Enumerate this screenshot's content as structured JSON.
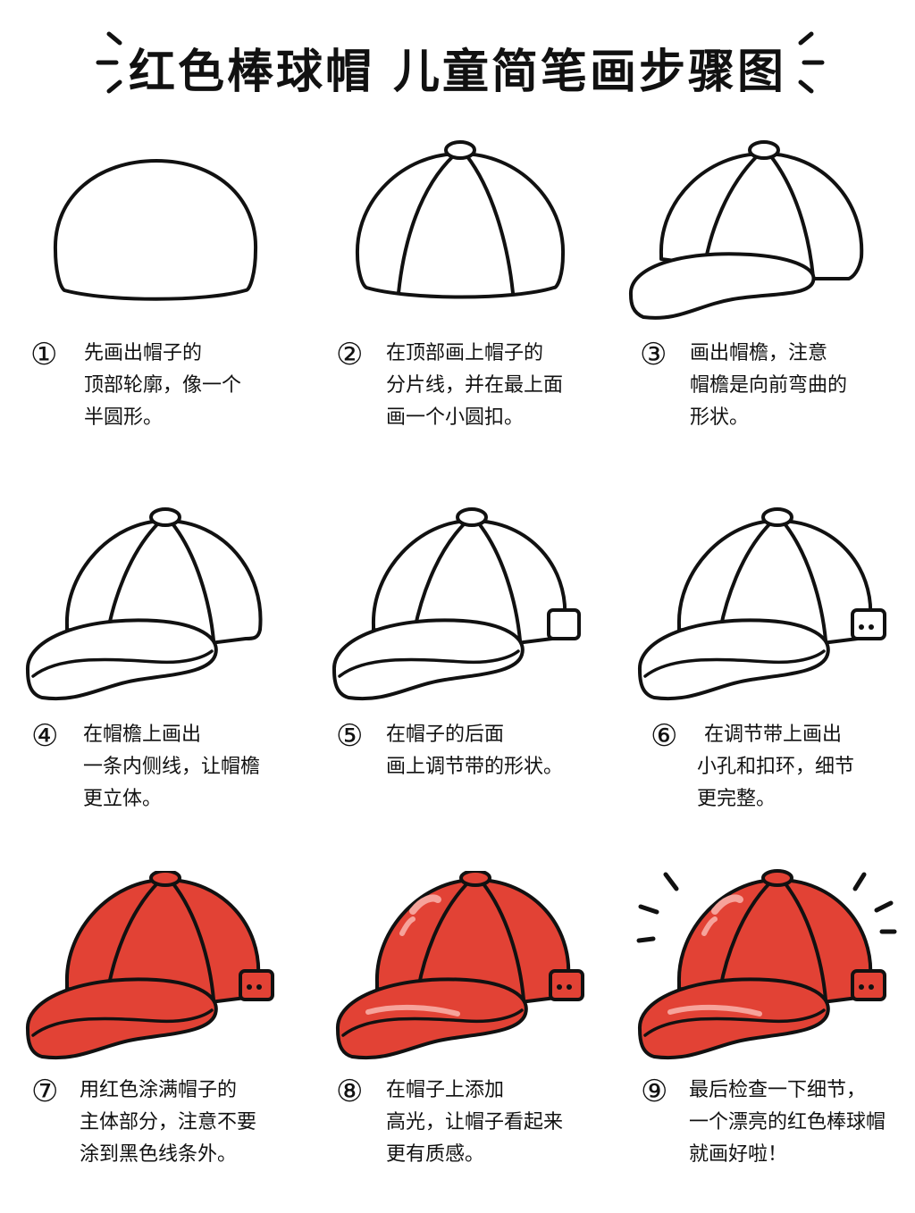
{
  "title": "红色棒球帽 儿童简笔画步骤图",
  "colors": {
    "cap_red": "#E24235",
    "outline": "#111111",
    "highlight": "#F6A39B"
  },
  "steps": [
    {
      "number": "①",
      "lines": [
        "先画出帽子的",
        "顶部轮廓，像一个",
        "半圆形。"
      ]
    },
    {
      "number": "②",
      "lines": [
        "在顶部画上帽子的",
        "分片线，并在最上面",
        "画一个小圆扣。"
      ]
    },
    {
      "number": "③",
      "lines": [
        "画出帽檐，注意",
        "帽檐是向前弯曲的",
        "形状。"
      ]
    },
    {
      "number": "④",
      "lines": [
        "在帽檐上画出",
        "一条内侧线，让帽檐",
        "更立体。"
      ]
    },
    {
      "number": "⑤",
      "lines": [
        "在帽子的后面",
        "画上调节带的形状。"
      ]
    },
    {
      "number": "⑥",
      "lines": [
        "在调节带上画出",
        "小孔和扣环，细节",
        "更完整。"
      ]
    },
    {
      "number": "⑦",
      "lines": [
        "用红色涂满帽子的",
        "主体部分，注意不要",
        "涂到黑色线条外。"
      ]
    },
    {
      "number": "⑧",
      "lines": [
        "在帽子上添加",
        "高光，让帽子看起来",
        "更有质感。"
      ]
    },
    {
      "number": "⑨",
      "lines": [
        "最后检查一下细节，",
        "一个漂亮的红色棒球帽",
        "就画好啦！"
      ]
    }
  ]
}
